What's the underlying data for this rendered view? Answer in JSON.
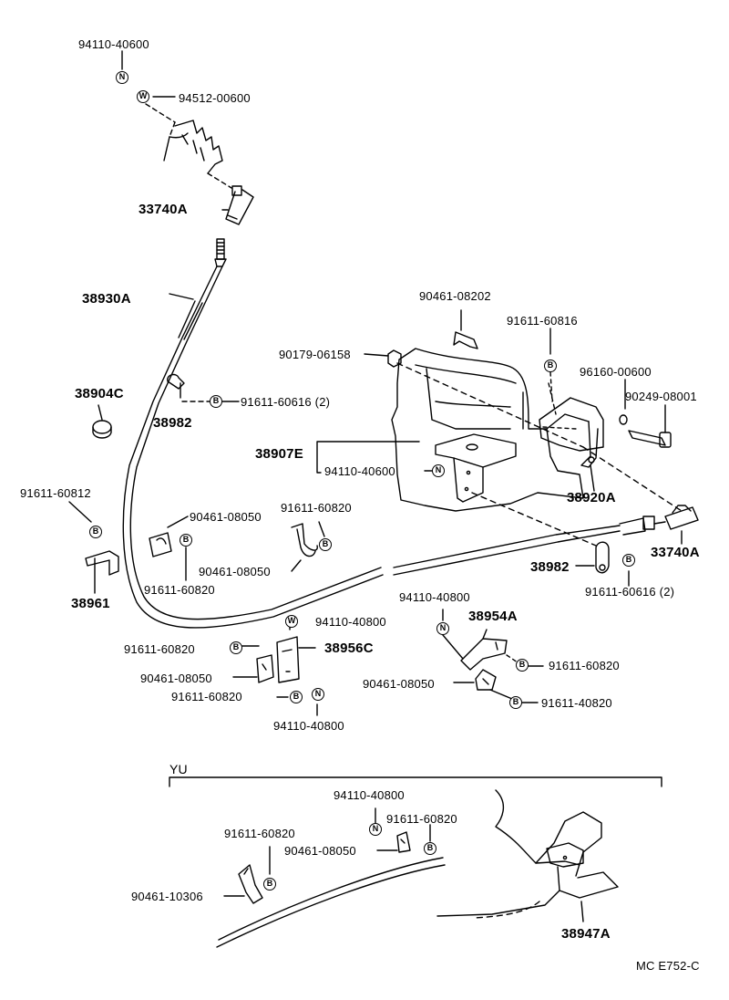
{
  "labels": {
    "p_94110_40600_top": "94110-40600",
    "p_94512_00600": "94512-00600",
    "p_33740A_top": "33740A",
    "p_38930A": "38930A",
    "p_38904C": "38904C",
    "p_38982_left": "38982",
    "p_91611_60616_left": "91611-60616 (2)",
    "p_90461_08202": "90461-08202",
    "p_91611_60816": "91611-60816",
    "p_90179_06158": "90179-06158",
    "p_96160_00600": "96160-00600",
    "p_90249_08001": "90249-08001",
    "p_38907E": "38907E",
    "p_94110_40600_mid": "94110-40600",
    "p_38920A": "38920A",
    "p_91611_60812": "91611-60812",
    "p_90461_08050_a": "90461-08050",
    "p_91611_60820_a": "91611-60820",
    "p_33740A_right": "33740A",
    "p_91611_60820_b": "91611-60820",
    "p_90461_08050_b": "90461-08050",
    "p_38961": "38961",
    "p_38982_right": "38982",
    "p_91611_60616_right": "91611-60616 (2)",
    "p_94110_40800_a": "94110-40800",
    "p_38954A": "38954A",
    "p_94110_40800_w": "94110-40800",
    "p_91611_60820_c": "91611-60820",
    "p_38956C": "38956C",
    "p_91611_60820_d": "91611-60820",
    "p_90461_08050_c": "90461-08050",
    "p_90461_08050_d": "90461-08050",
    "p_91611_60820_e": "91611-60820",
    "p_91611_40820": "91611-40820",
    "p_94110_40800_b": "94110-40800",
    "p_yu": "YU",
    "p_94110_40800_yu": "94110-40800",
    "p_91611_60820_yu1": "91611-60820",
    "p_91611_60820_yu2": "91611-60820",
    "p_90461_08050_yu": "90461-08050",
    "p_90461_10306": "90461-10306",
    "p_38947A": "38947A",
    "p_code": "MC E752-C"
  },
  "symbols": {
    "nut": "N",
    "washer": "W",
    "bolt": "B"
  }
}
